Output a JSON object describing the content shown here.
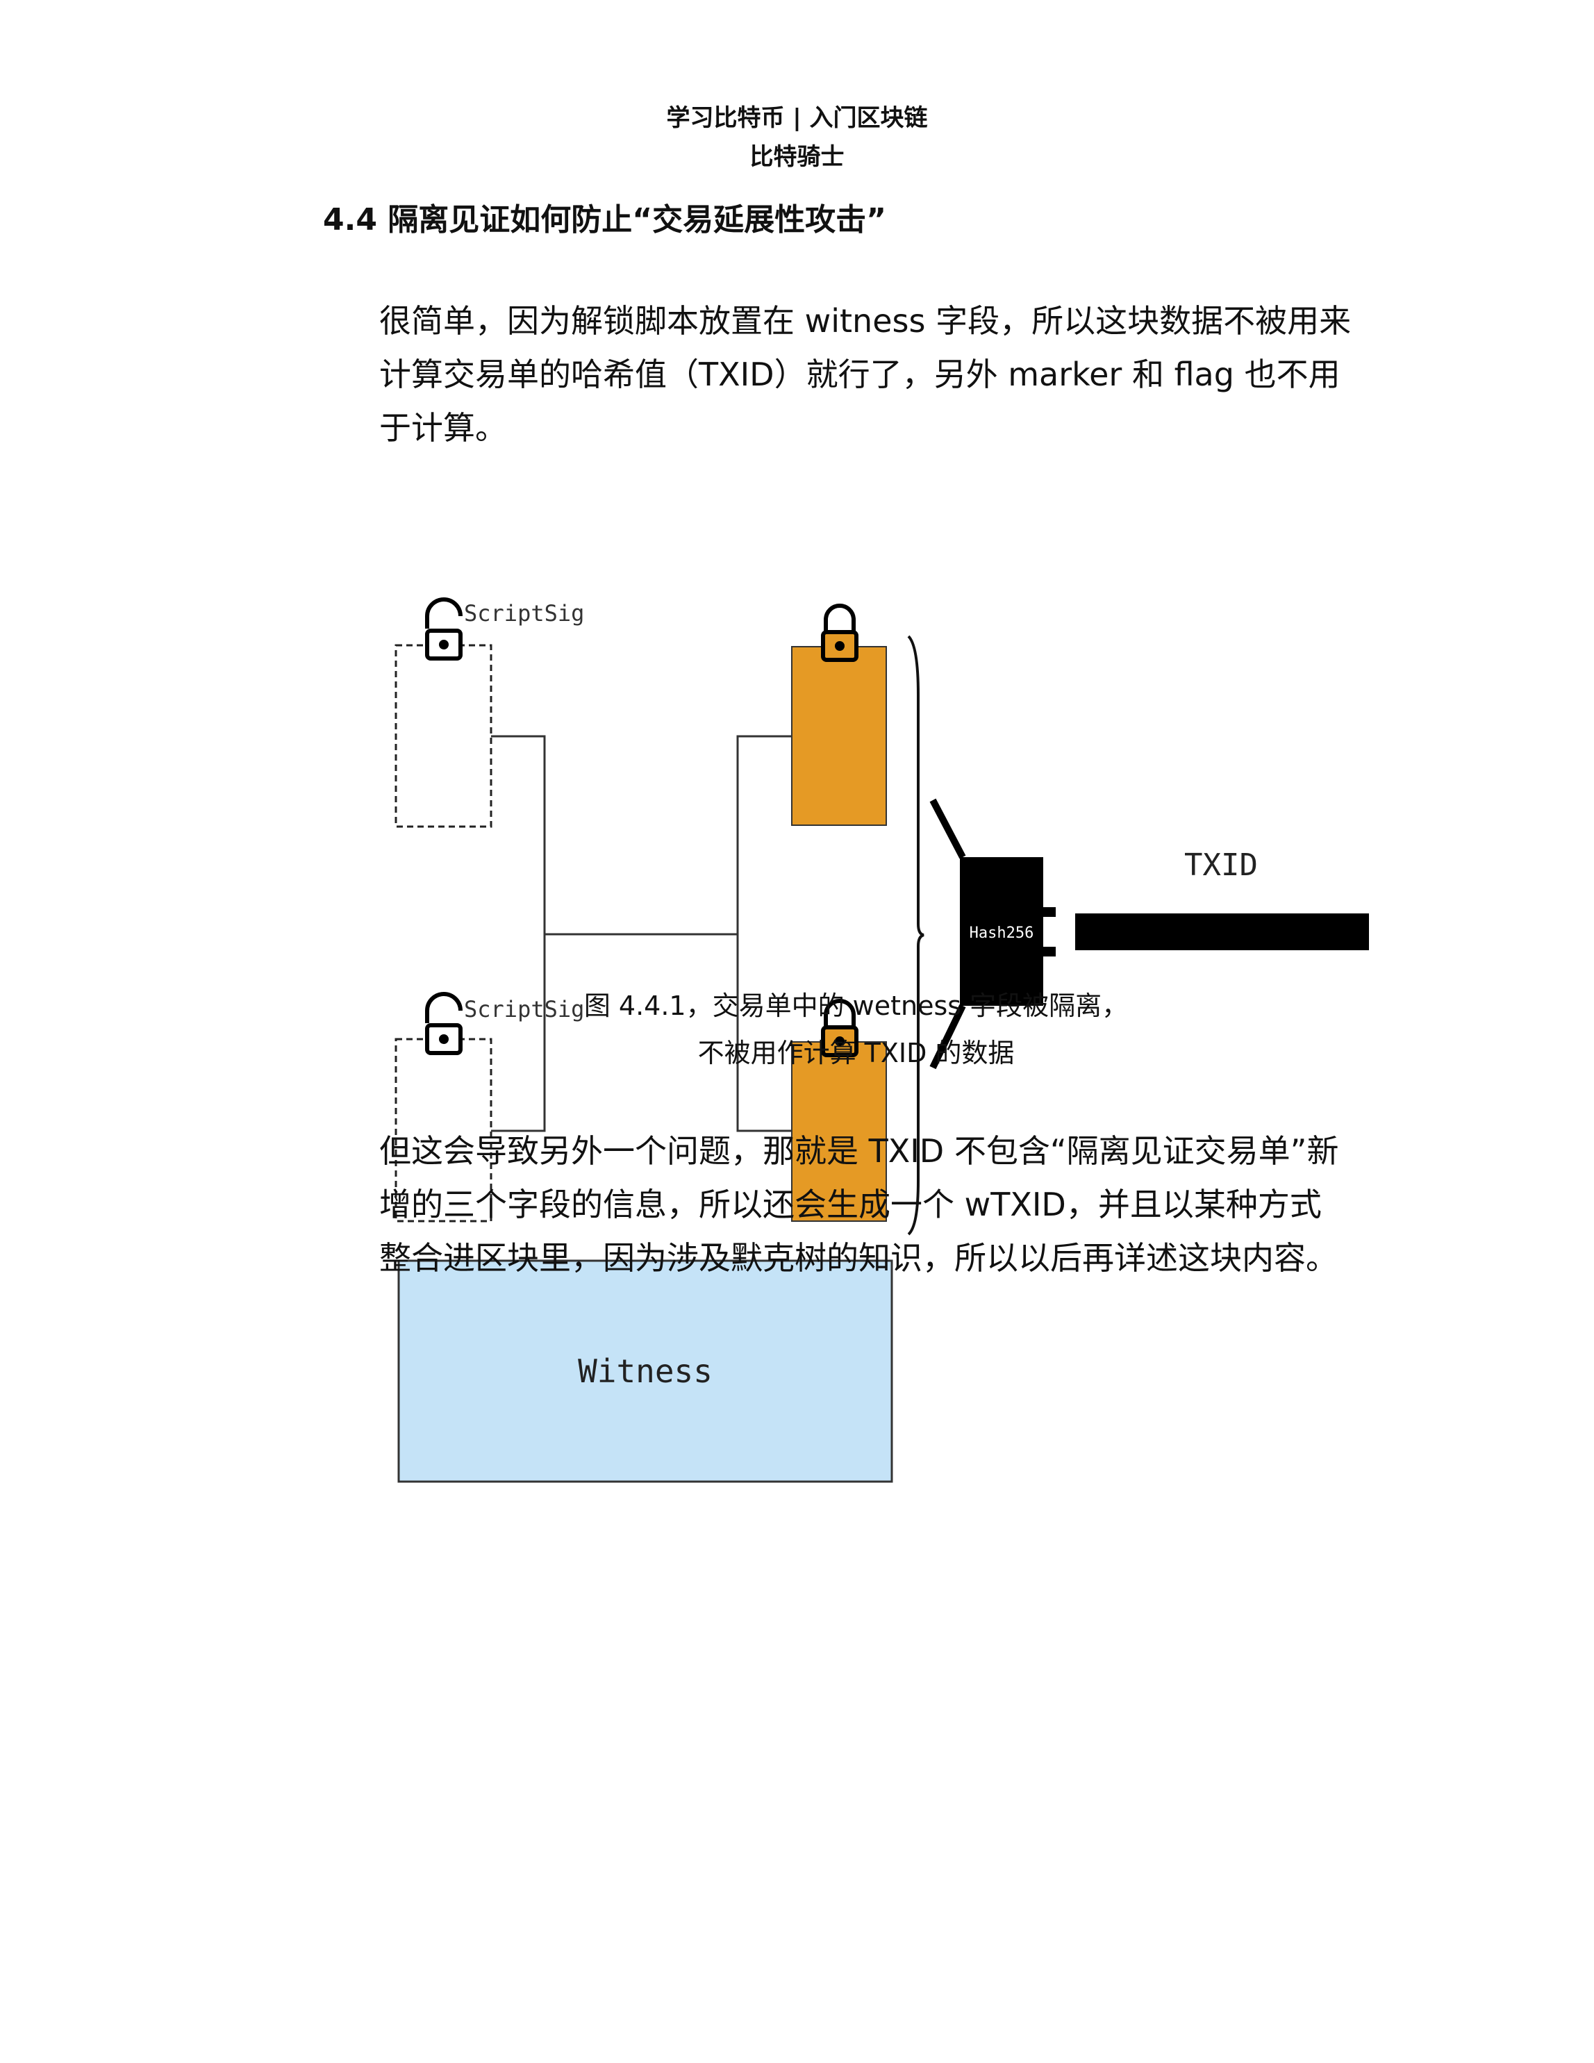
{
  "header": {
    "line1": "学习比特币 | 入门区块链",
    "line2": "比特骑士"
  },
  "heading": "4.4 隔离见证如何防止“交易延展性攻击”",
  "paragraph1": "很简单，因为解锁脚本放置在 witness 字段，所以这块数据不被用来计算交易单的哈希值（TXID）就行了，另外 marker 和 flag 也不用于计算。",
  "diagram": {
    "scriptsig_label_1": "ScriptSig",
    "scriptsig_label_2": "ScriptSig",
    "hash_label": "Hash256",
    "txid_label": "TXID",
    "witness_label": "Witness",
    "colors": {
      "output_box": "#E59A25",
      "witness_box": "#C5E3F7"
    }
  },
  "caption": {
    "line1": "图 4.4.1，交易单中的 wetness 字段被隔离，",
    "line2": "不被用作计算 TXID 的数据"
  },
  "paragraph2": "但这会导致另外一个问题，那就是 TXID 不包含“隔离见证交易单”新增的三个字段的信息，所以还会生成一个 wTXID，并且以某种方式整合进区块里，因为涉及默克树的知识，所以以后再详述这块内容。"
}
